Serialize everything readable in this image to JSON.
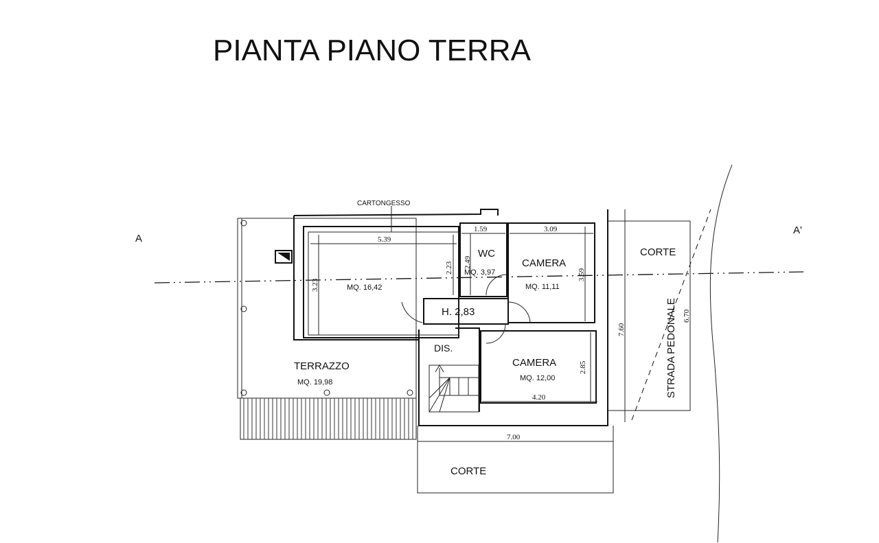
{
  "title": "PIANTA PIANO TERRA",
  "section_marks": {
    "left": "A",
    "right": "A'"
  },
  "rooms": {
    "living": {
      "note": "CARTONGESSO",
      "area": "MQ. 16,42",
      "width": "5.39",
      "depth": "3.23",
      "inner_depth": "2.23"
    },
    "wc": {
      "name": "WC",
      "area": "MQ. 3,97",
      "width": "1.59",
      "depth": "2.49"
    },
    "camera1": {
      "name": "CAMERA",
      "area": "MQ. 11,11",
      "width": "3.09",
      "depth": "3.59"
    },
    "height": "H. 2,83",
    "dis": {
      "name": "DIS."
    },
    "camera2": {
      "name": "CAMERA",
      "area": "MQ. 12,00",
      "width": "4.20",
      "depth": "2.85"
    },
    "terrazzo": {
      "name": "TERRAZZO",
      "area": "MQ. 19,98"
    }
  },
  "exterior": {
    "corte_right": "CORTE",
    "corte_bottom": "CORTE",
    "strada": "STRADA PEDONALE",
    "total_width": "7.00",
    "total_depth": "7.60",
    "strada_width": "6.70"
  }
}
